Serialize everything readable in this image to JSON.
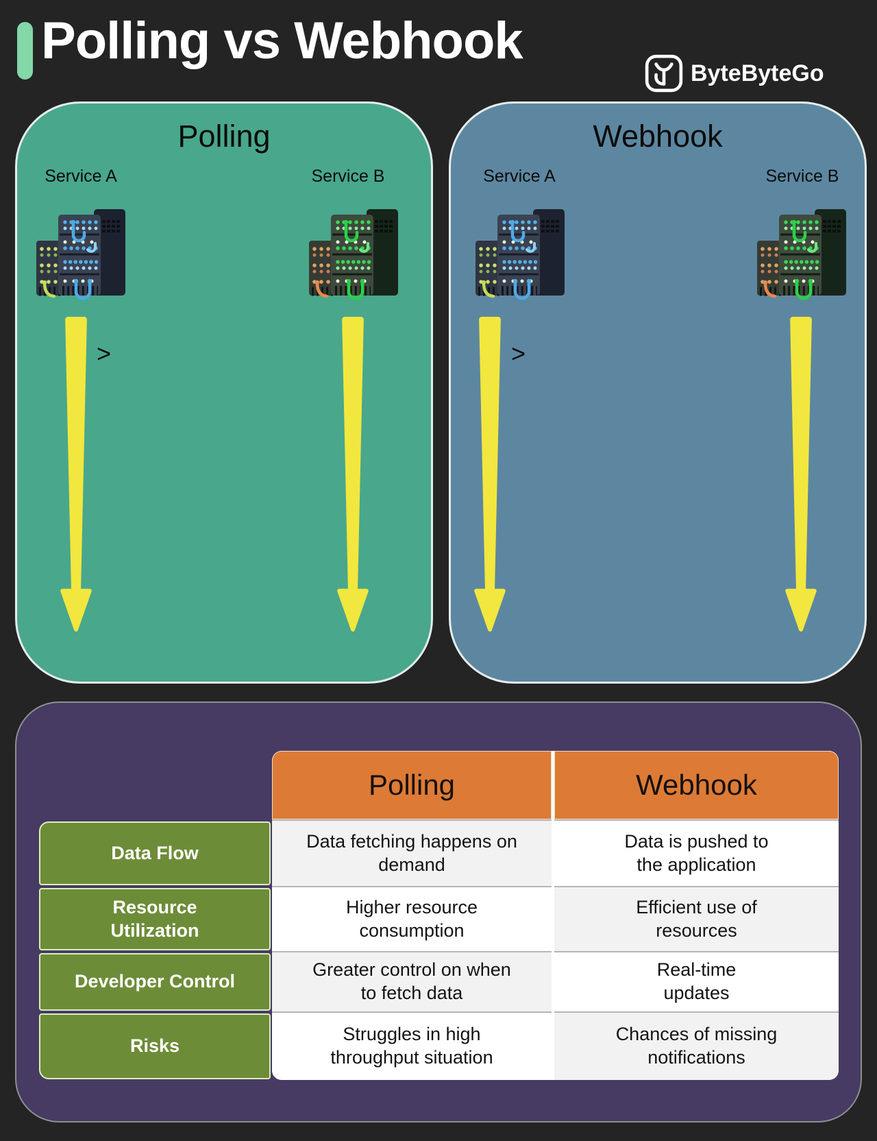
{
  "header": {
    "title": "Polling vs Webhook",
    "brand": "ByteByteGo"
  },
  "panels": {
    "polling": {
      "title": "Polling",
      "service_a": "Service A",
      "service_b": "Service B",
      "chevron": ">"
    },
    "webhook": {
      "title": "Webhook",
      "service_a": "Service A",
      "service_b": "Service B",
      "chevron": ">"
    }
  },
  "table": {
    "col_headers": {
      "polling": "Polling",
      "webhook": "Webhook"
    },
    "rows": [
      {
        "label": "Data Flow",
        "polling": "Data fetching happens on\ndemand",
        "webhook": "Data is pushed to\nthe application"
      },
      {
        "label": "Resource\nUtilization",
        "polling": "Higher resource\nconsumption",
        "webhook": "Efficient use of\nresources"
      },
      {
        "label": "Developer Control",
        "polling": "Greater control on when\nto fetch data",
        "webhook": "Real-time\nupdates"
      },
      {
        "label": "Risks",
        "polling": "Struggles in high\nthroughput situation",
        "webhook": "Chances of missing\nnotifications"
      }
    ]
  },
  "icons": {
    "logo": "bytebytego-logo-icon",
    "server": "server-rack-icon",
    "arrow": "flow-arrow-icon"
  },
  "colors": {
    "bg": "#242424",
    "accent-bar": "#84d7a8",
    "polling-panel": "#49a78c",
    "webhook-panel": "#5d87a0",
    "arrow-yellow": "#f2e73e",
    "table-panel": "#473b63",
    "header-orange": "#dd7b36",
    "row-green": "#6d8c38",
    "cell-gray": "#f2f2f2",
    "cell-white": "#ffffff"
  }
}
